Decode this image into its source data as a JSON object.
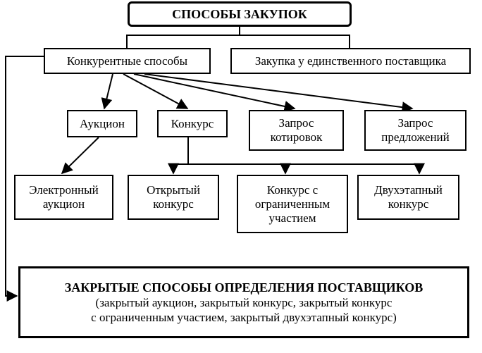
{
  "root": "СПОСОБЫ ЗАКУПОК",
  "competitive": "Конкурентные способы",
  "single_supplier": "Закупка у единственного поставщика",
  "methods": {
    "auction": "Аукцион",
    "contest": "Конкурс",
    "quotation": "Запрос котировок",
    "proposals": "Запрос предложений"
  },
  "subtypes": {
    "electronic_auction": "Электронный аукцион",
    "open_contest": "Открытый конкурс",
    "limited_contest": "Конкурс с ограниченным участием",
    "two_stage_contest": "Двухэтапный конкурс"
  },
  "closed": {
    "title": "ЗАКРЫТЫЕ СПОСОБЫ ОПРЕДЕЛЕНИЯ ПОСТАВЩИКОВ",
    "line1": "(закрытый аукцион, закрытый конкурс, закрытый конкурс",
    "line2": "с ограниченным участием, закрытый двухэтапный конкурс)"
  }
}
